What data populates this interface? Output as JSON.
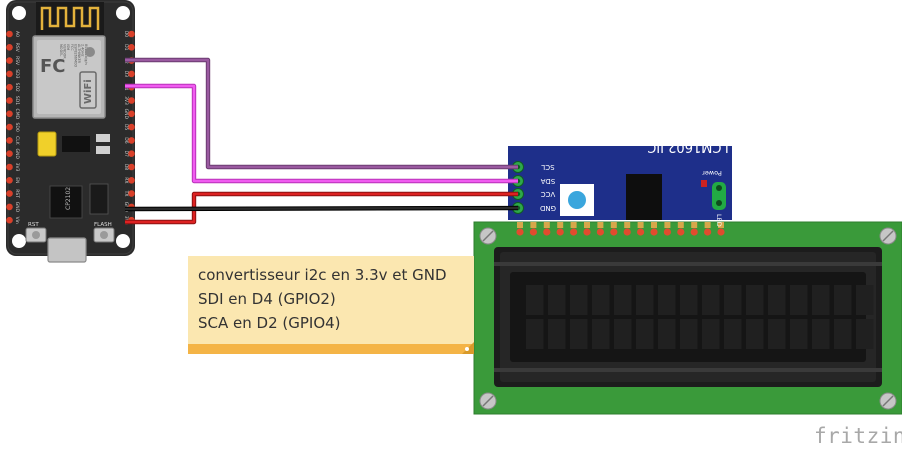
{
  "board": {
    "chip_labels": [
      "MODEL",
      "VENDOR",
      "ISM",
      "FCC",
      "ESP8266MOD",
      "AI-THINKER",
      "2.4GHz",
      "802.11b/g/n"
    ],
    "wifi_label": "WiFi",
    "fc_label": "FC",
    "usb_chip": "CP2102",
    "rst_label": "RST",
    "flash_label": "FLASH",
    "pin_labels_right": [
      "D0",
      "D1",
      "D2",
      "D3",
      "D4",
      "3V3",
      "GND",
      "D5",
      "D6",
      "D7",
      "D8",
      "RX",
      "TX",
      "GND",
      "3V3"
    ],
    "pin_labels_left": [
      "A0",
      "RSV",
      "RSV",
      "SD3",
      "SD2",
      "SD1",
      "CMD",
      "SD0",
      "CLK",
      "GND",
      "3V3",
      "EN",
      "RST",
      "GND",
      "Vin"
    ]
  },
  "lcd_module": {
    "title": "LCM1602 IIC",
    "pins": [
      "SCL",
      "SDA",
      "VCC",
      "GND"
    ],
    "power_label": "Power",
    "led_label": "LED",
    "display_columns": 16,
    "display_rows": 2
  },
  "note": {
    "line1": "convertisseur i2c en 3.3v et GND",
    "line2": "SDI en D4 (GPIO2)",
    "line3": "SCA en D2 (GPIO4)"
  },
  "watermark": "fritzing",
  "colors": {
    "board": "#2b2b2b",
    "header_pin": "#d9402a",
    "i2c_backpack": "#1e2f8a",
    "lcd_pcb": "#3a9a3a",
    "wire_scl": "#8e4f93",
    "wire_sda": "#e040e0",
    "wire_vcc": "#cc1a1a",
    "wire_gnd": "#111111",
    "note_bg": "#fbe7b0",
    "note_fold": "#f4b446"
  }
}
